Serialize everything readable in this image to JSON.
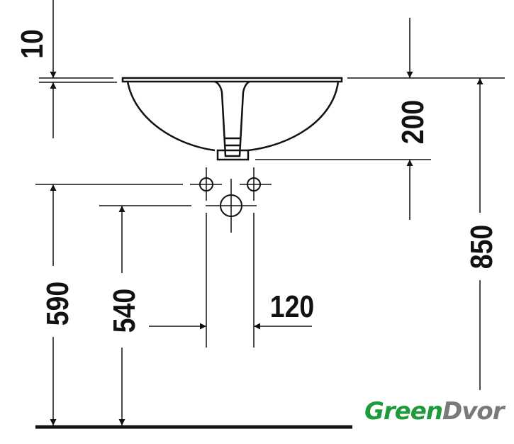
{
  "dimensions": {
    "rim_thickness": "10",
    "basin_depth": "200",
    "total_height": "850",
    "upper_connection_height": "590",
    "drain_connection_height": "540",
    "tap_spacing": "120"
  },
  "logo": {
    "part1": "Green",
    "part2": "Dvor"
  },
  "colors": {
    "line": "#111111",
    "logo_green": "#1f9a3a",
    "logo_gray": "#7a7a7a"
  }
}
